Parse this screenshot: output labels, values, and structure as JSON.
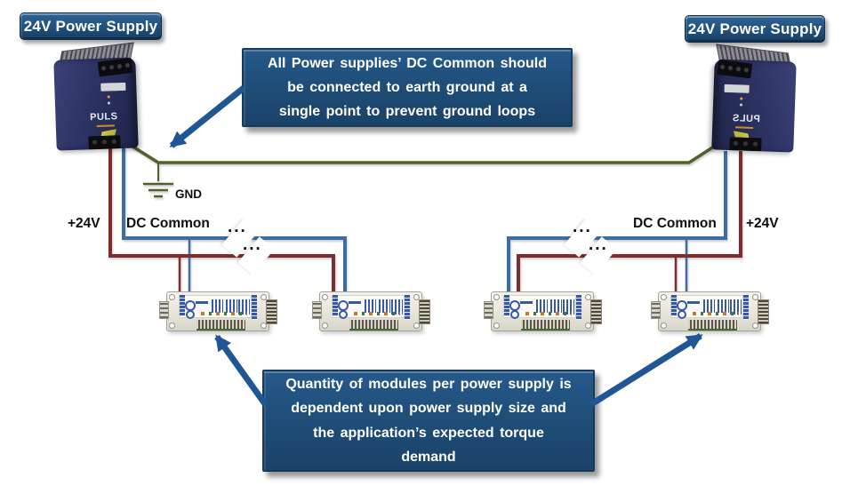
{
  "diagram": {
    "power_supplies": {
      "left_label": "24V Power Supply",
      "right_label": "24V Power Supply",
      "brand": "PULS"
    },
    "wire_labels": {
      "left_positive": "+24V",
      "left_common": "DC Common",
      "right_common": "DC Common",
      "right_positive": "+24V",
      "ground": "GND",
      "continuation": "..."
    },
    "callouts": {
      "ground_note": "All Power supplies’ DC Common should be connected to earth ground at a single point to prevent ground loops",
      "module_quantity_note": "Quantity of modules per power supply is dependent upon power supply size and the application’s  expected torque demand"
    },
    "module_count": 4,
    "colors": {
      "wire_positive": "#7c2d2d",
      "wire_common": "#3f6da3",
      "wire_ground": "#4f6228",
      "callout_background": "#1f4e79",
      "arrow": "#1f5795",
      "psu_body": "#2c3263",
      "module_body": "#e9e6dd",
      "label_text": "#ffffff"
    }
  }
}
